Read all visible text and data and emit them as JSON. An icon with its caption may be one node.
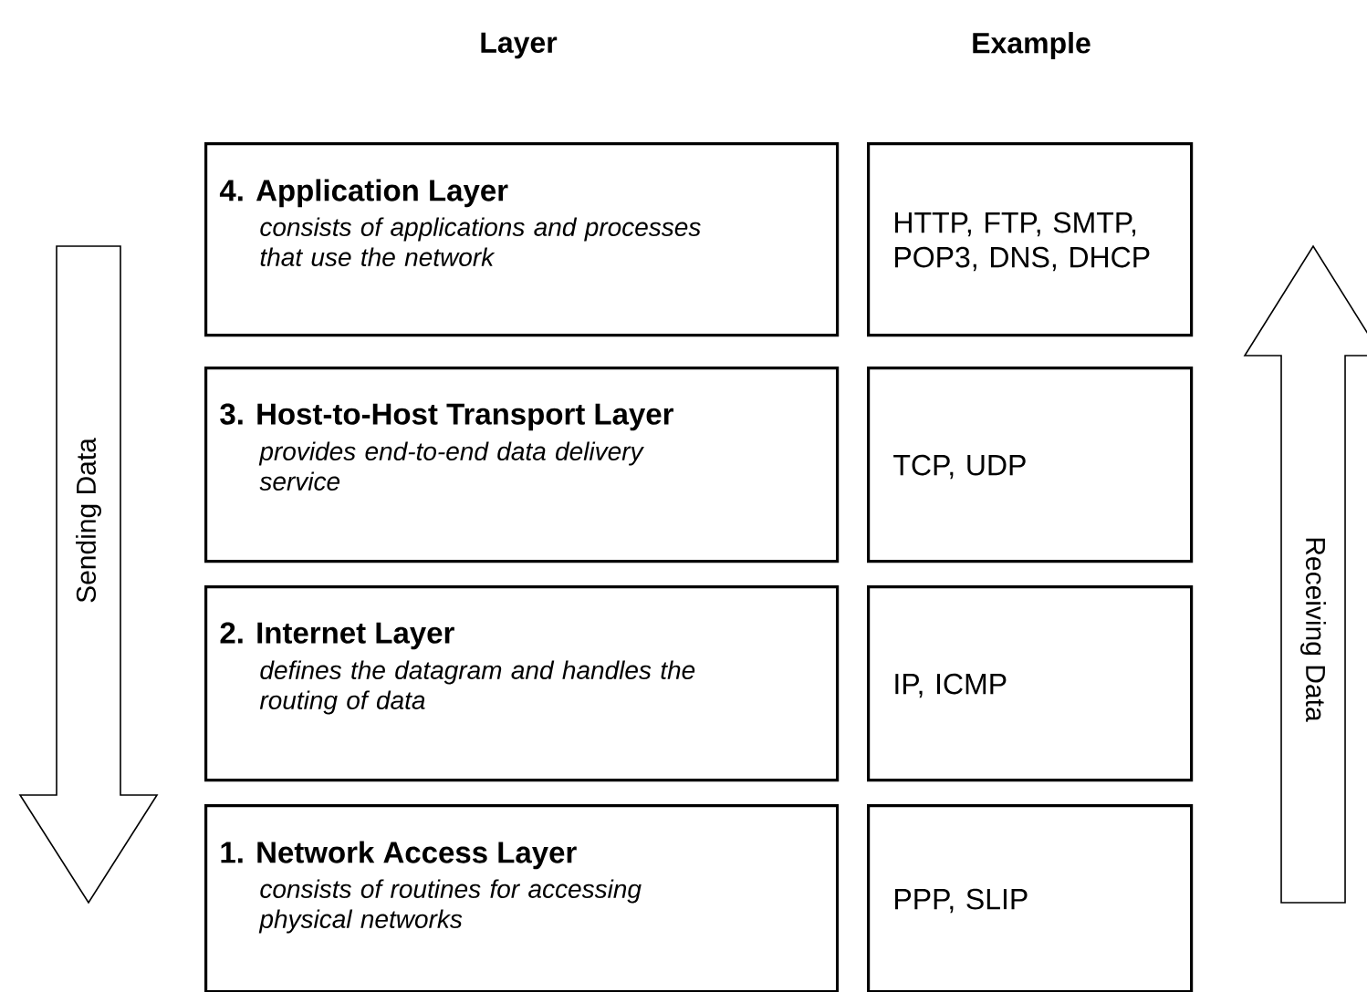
{
  "diagram": {
    "nodes": [
      {
        "text": [
          "4. Application Layer",
          "consists of applications and processes that use the network"
        ]
      },
      {
        "text": [
          "HTTP, FTP, SMTP,  POP3, DNS, DHCP"
        ]
      },
      {
        "text": [
          "3. Host-to-Host Transport Layer",
          "provides end-to-end data delivery service"
        ]
      },
      {
        "text": [
          "TCP, UDP"
        ]
      },
      {
        "text": [
          "2. Internet Layer",
          "defines the datagram and handles the routing of data"
        ]
      },
      {
        "text": [
          "IP, ICMP"
        ]
      },
      {
        "text": [
          "1. Network Access Layer",
          "consists of routines for accessing physical networks"
        ]
      },
      {
        "text": [
          "PPP, SLIP"
        ]
      },
      {
        "text": [
          "Sending Data"
        ]
      },
      {
        "text": [
          "Receiving Data"
        ]
      }
    ],
    "labels": [
      "Layer",
      "Example"
    ]
  }
}
